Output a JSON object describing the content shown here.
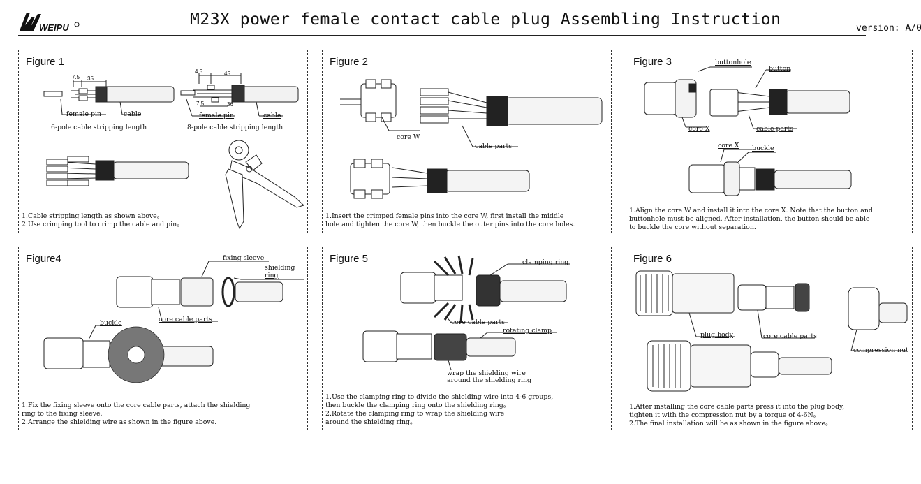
{
  "header": {
    "title": "M23X power female contact cable plug Assembling Instruction",
    "version": "version: A/0"
  },
  "figures": [
    {
      "label": "Figure 1",
      "callouts": {
        "female_pin_1": "female pin",
        "cable_1": "cable",
        "female_pin_2": "female pin",
        "cable_2": "cable"
      },
      "dims": {
        "d1a": "7.5",
        "d1b": "35",
        "d2a": "4.5",
        "d2b": "45",
        "d2c": "7.5",
        "d2d": "36"
      },
      "captions": {
        "six_pole": "6-pole cable stripping length",
        "eight_pole": "8-pole cable stripping length"
      },
      "instructions": [
        "1.Cable stripping length as shown above。",
        "2.Use crimping tool to crimp the cable and pin。"
      ]
    },
    {
      "label": "Figure 2",
      "callouts": {
        "core_w": "core W",
        "cable_parts": "cable parts"
      },
      "instructions": [
        "1.Insert the crimped female pins into the core W, first install the middle",
        "hole and tighten the core W, then buckle the outer pins into the core holes."
      ]
    },
    {
      "label": "Figure 3",
      "callouts": {
        "buttonhole": "buttonhole",
        "button": "button",
        "core_x_1": "core X",
        "cable_parts": "cable parts",
        "core_x_2": "core X",
        "buckle": "buckle"
      },
      "instructions": [
        "1.Align the core W and install it into the core X. Note that the button and",
        "buttonhole must be aligned. After installation, the button should be able",
        "to buckle the core without separation."
      ]
    },
    {
      "label": "Figure4",
      "callouts": {
        "fixing_sleeve": "fixing sleeve",
        "shielding": "shielding",
        "ring": "ring",
        "core_cable_parts": "core cable parts",
        "buckle": "buckle"
      },
      "instructions": [
        "1.Fix the fixing sleeve onto the core cable parts, attach the shielding",
        "ring to the fixing sleeve.",
        "2.Arrange the shielding wire as shown in the figure above."
      ]
    },
    {
      "label": "Figure 5",
      "callouts": {
        "clamping_ring": "clamping ring",
        "core_cable_parts": "core cable parts",
        "rotating_clamp": "rotating clamp",
        "wrap1": "wrap the shielding wire",
        "wrap2": "around the shielding ring"
      },
      "instructions": [
        "1.Use the clamping ring to divide the shielding wire into 4-6 groups,",
        "then buckle the clamping ring onto the shielding ring。",
        "2.Rotate the clamping ring to wrap the shielding wire",
        "around the shielding ring。"
      ]
    },
    {
      "label": "Figure 6",
      "callouts": {
        "plug_body": "plug body",
        "core_cable_parts": "core cable parts",
        "compression_nut": "compression nut"
      },
      "instructions": [
        "1.After installing the core cable parts press it into the plug body,",
        "tighten it with the compression nut by a torque of 4-6N。",
        "2.The final installation will be as shown in the figure above。"
      ]
    }
  ]
}
